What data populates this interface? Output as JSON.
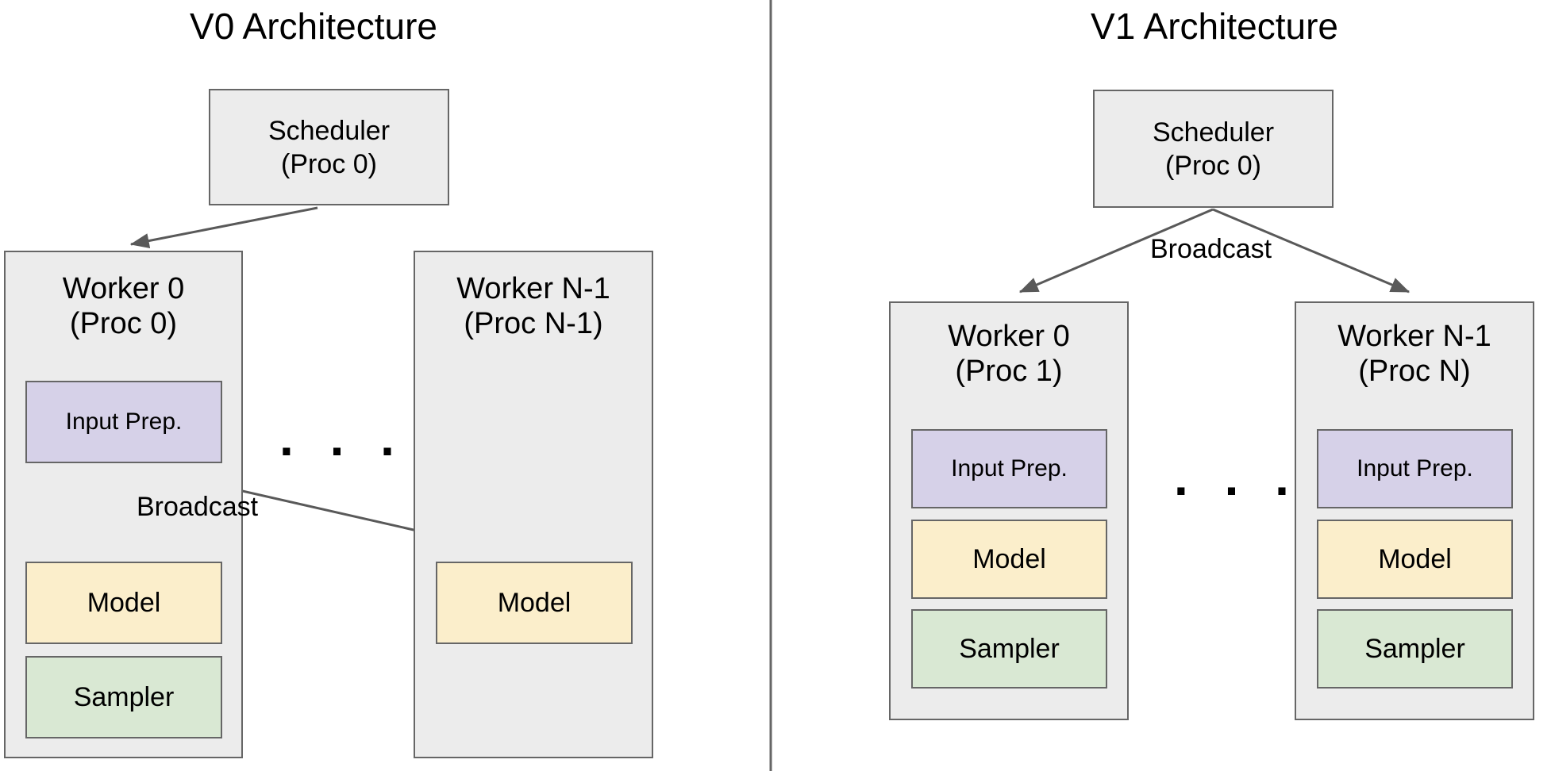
{
  "figure": {
    "background": "#ffffff",
    "divider_color": "#666666",
    "box_border_color": "#666666",
    "group_fill": "#ececec",
    "colors": {
      "input_prep": "#d6d1e8",
      "model": "#fbeecb",
      "sampler": "#d9e8d3",
      "arrow": "#595959"
    }
  },
  "panels": [
    {
      "id": "v0",
      "title": "V0 Architecture",
      "scheduler": {
        "line1": "Scheduler",
        "line2": "(Proc 0)"
      },
      "broadcast_label": "Broadcast",
      "ellipsis": ". . .",
      "workers": [
        {
          "id": "v0-worker-0",
          "line1": "Worker 0",
          "line2": "(Proc 0)",
          "components": [
            {
              "name": "input-prep",
              "label": "Input Prep.",
              "color": "#d6d1e8"
            },
            {
              "name": "model",
              "label": "Model",
              "color": "#fbeecb"
            },
            {
              "name": "sampler",
              "label": "Sampler",
              "color": "#d9e8d3"
            }
          ]
        },
        {
          "id": "v0-worker-n-1",
          "line1": "Worker N-1",
          "line2": "(Proc N-1)",
          "components": [
            {
              "name": "model",
              "label": "Model",
              "color": "#fbeecb"
            }
          ]
        }
      ]
    },
    {
      "id": "v1",
      "title": "V1 Architecture",
      "scheduler": {
        "line1": "Scheduler",
        "line2": "(Proc 0)"
      },
      "broadcast_label": "Broadcast",
      "ellipsis": ". . .",
      "workers": [
        {
          "id": "v1-worker-0",
          "line1": "Worker 0",
          "line2": "(Proc 1)",
          "components": [
            {
              "name": "input-prep",
              "label": "Input Prep.",
              "color": "#d6d1e8"
            },
            {
              "name": "model",
              "label": "Model",
              "color": "#fbeecb"
            },
            {
              "name": "sampler",
              "label": "Sampler",
              "color": "#d9e8d3"
            }
          ]
        },
        {
          "id": "v1-worker-n-1",
          "line1": "Worker N-1",
          "line2": "(Proc N)",
          "components": [
            {
              "name": "input-prep",
              "label": "Input Prep.",
              "color": "#d6d1e8"
            },
            {
              "name": "model",
              "label": "Model",
              "color": "#fbeecb"
            },
            {
              "name": "sampler",
              "label": "Sampler",
              "color": "#d9e8d3"
            }
          ]
        }
      ]
    }
  ]
}
